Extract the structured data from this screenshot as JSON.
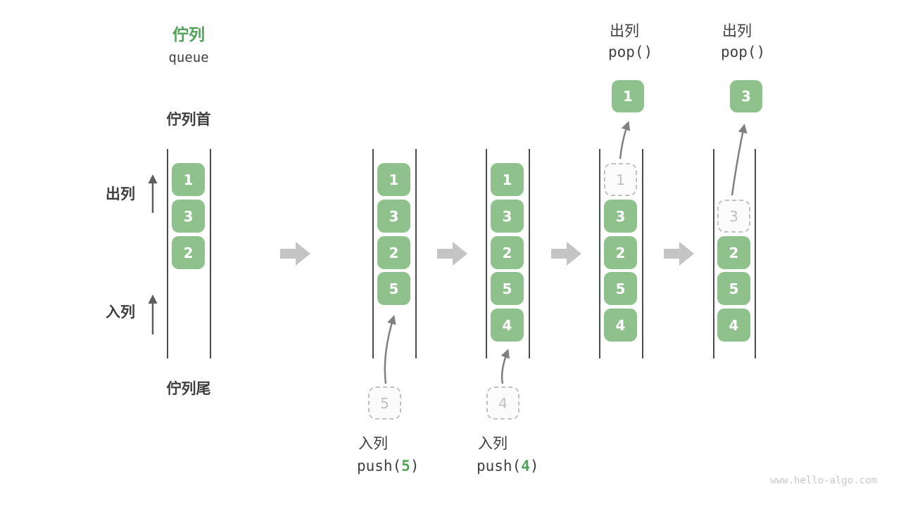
{
  "title": {
    "zh": "佇列",
    "en": "queue"
  },
  "side_labels": {
    "front": "佇列首",
    "rear": "佇列尾",
    "dequeue": "出列",
    "enqueue": "入列"
  },
  "columns": [
    {
      "cells": [
        "1",
        "3",
        "2"
      ]
    },
    {
      "cells": [
        "1",
        "3",
        "2",
        "5"
      ],
      "staged": "5"
    },
    {
      "cells": [
        "1",
        "3",
        "2",
        "5",
        "4"
      ],
      "staged": "4"
    },
    {
      "cells": [
        "3",
        "2",
        "5",
        "4"
      ],
      "ghost": "1",
      "popped": "1"
    },
    {
      "cells": [
        "2",
        "5",
        "4"
      ],
      "ghost": "3",
      "popped": "3"
    }
  ],
  "pop_ops": [
    {
      "label": "出列",
      "code": "pop()"
    },
    {
      "label": "出列",
      "code": "pop()"
    }
  ],
  "push_ops": [
    {
      "label": "入列",
      "fn_open": "push(",
      "arg": "5",
      "fn_close": ")"
    },
    {
      "label": "入列",
      "fn_open": "push(",
      "arg": "4",
      "fn_close": ")"
    }
  ],
  "watermark": "www.hello-algo.com",
  "colors": {
    "accent_green": "#52A25A",
    "cell_green": "#8FC18C",
    "flow_arrow_gray": "#C4C4C4",
    "dark_text": "#3F3F3F",
    "ghost_gray": "#C0C0C0",
    "watermark_gray": "#C9C9C9"
  }
}
